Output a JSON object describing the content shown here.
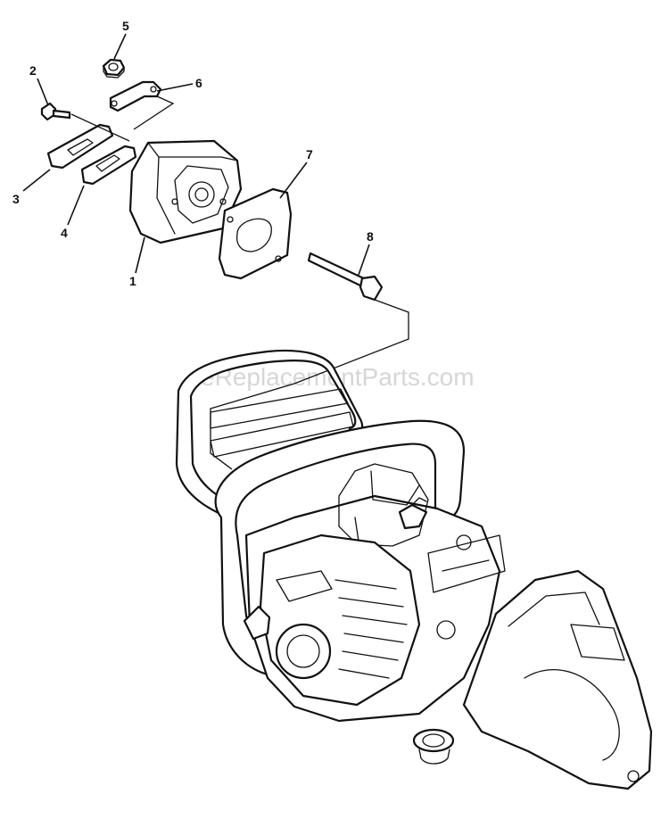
{
  "watermark": "eReplacementParts.com",
  "callouts": [
    {
      "id": "1",
      "text": "1"
    },
    {
      "id": "2",
      "text": "2"
    },
    {
      "id": "3",
      "text": "3"
    },
    {
      "id": "4",
      "text": "4"
    },
    {
      "id": "5",
      "text": "5"
    },
    {
      "id": "6",
      "text": "6"
    },
    {
      "id": "7",
      "text": "7"
    },
    {
      "id": "8",
      "text": "8"
    }
  ],
  "parts": [
    "muffler",
    "bolt",
    "muffler-plate",
    "muffler-gasket",
    "nut",
    "bracket",
    "exhaust-gasket",
    "stud-bolt",
    "chainsaw-body"
  ]
}
